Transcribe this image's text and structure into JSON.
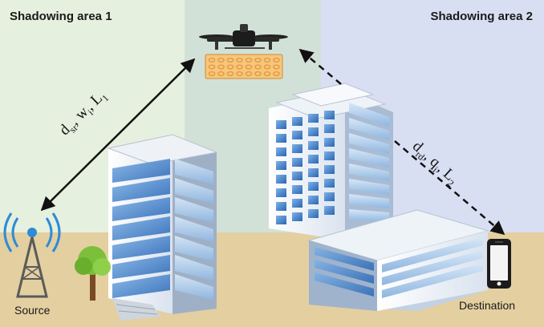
{
  "zones": {
    "left_label": "Shadowing area 1",
    "right_label": "Shadowing area 2"
  },
  "nodes": {
    "source_label": "Source",
    "destination_label": "Destination"
  },
  "links": {
    "source_relay": {
      "text_d": "d",
      "sub_d": "sr",
      "text_w": "w",
      "sub_w": "i",
      "text_l": "L",
      "sub_l": "1",
      "style": "solid"
    },
    "relay_destination": {
      "text_d": "d",
      "sub_d": "rd",
      "text_q": "q",
      "sub_q": "i",
      "text_l": "L",
      "sub_l": "2",
      "style": "dashed"
    }
  },
  "colors": {
    "zone_left": "#e6f0df",
    "zone_mid": "#d2e1d8",
    "zone_right": "#d9dff2",
    "ground": "#e3cfa0",
    "irs_panel": "#f5c77c",
    "irs_element": "#e8943a"
  }
}
